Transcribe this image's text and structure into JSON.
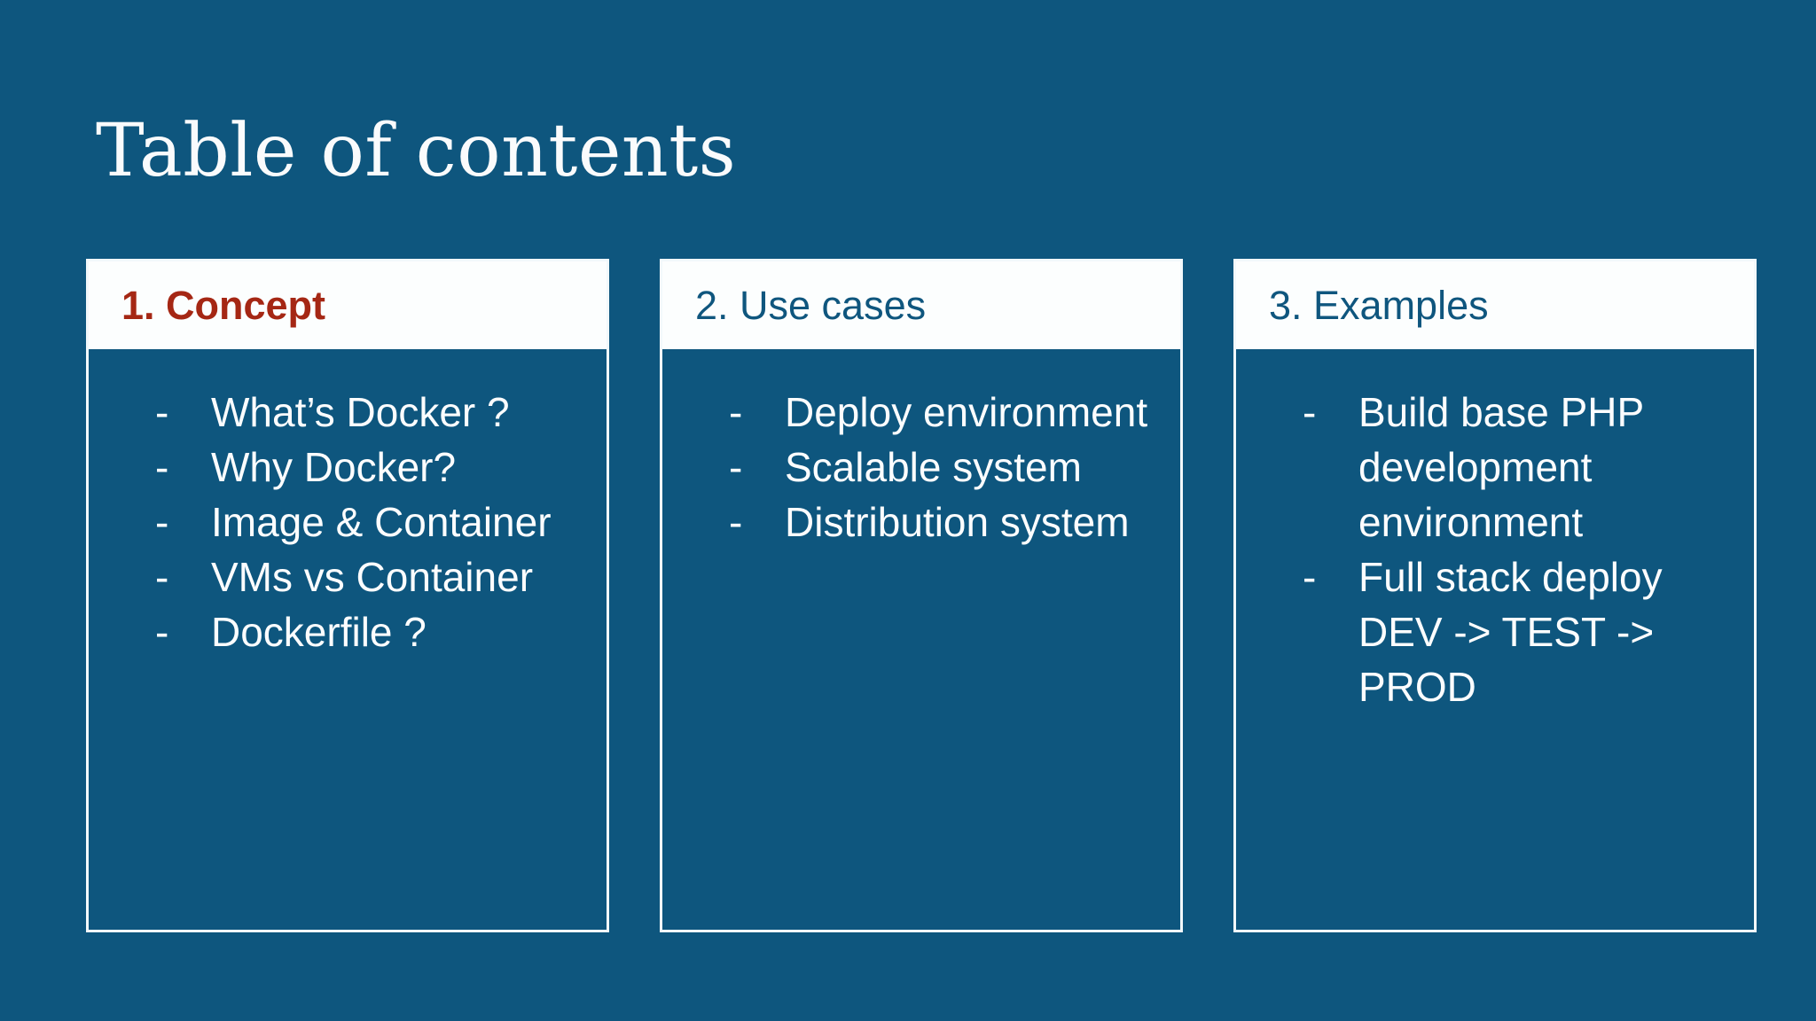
{
  "slide": {
    "title": "Table of contents"
  },
  "bullet_char": "-",
  "colors": {
    "background": "#0E567E",
    "title_text": "#FAFBFC",
    "card_border": "#F2F8FB",
    "header_background": "#FCFEFE",
    "header_blue": "#0F567E",
    "accent_red": "#A52714",
    "body_text": "#FCFDFE"
  },
  "cards": [
    {
      "id": "concept",
      "title": "1. Concept",
      "highlighted": true,
      "items": [
        {
          "text": "What’s Docker ?",
          "lines": [
            "What’s Docker ?"
          ]
        },
        {
          "text": "Why Docker?",
          "lines": [
            "Why Docker?"
          ]
        },
        {
          "text": "Image & Container",
          "lines": [
            "Image & Container"
          ]
        },
        {
          "text": "VMs vs Container",
          "lines": [
            "VMs vs Container"
          ]
        },
        {
          "text": "Dockerfile ?",
          "lines": [
            "Dockerfile ?"
          ]
        }
      ]
    },
    {
      "id": "use-cases",
      "title": "2. Use cases",
      "highlighted": false,
      "items": [
        {
          "text": "Deploy environment",
          "lines": [
            "Deploy environment"
          ]
        },
        {
          "text": "Scalable system",
          "lines": [
            "Scalable system"
          ]
        },
        {
          "text": "Distribution system",
          "lines": [
            "Distribution system"
          ]
        }
      ]
    },
    {
      "id": "examples",
      "title": "3. Examples",
      "highlighted": false,
      "items": [
        {
          "text": "Build base PHP development environment",
          "lines": [
            "Build base PHP",
            "development",
            "environment"
          ]
        },
        {
          "text": "Full stack deploy DEV -> TEST -> PROD",
          "lines": [
            "Full stack deploy",
            "DEV -> TEST ->",
            "PROD"
          ]
        }
      ]
    }
  ]
}
